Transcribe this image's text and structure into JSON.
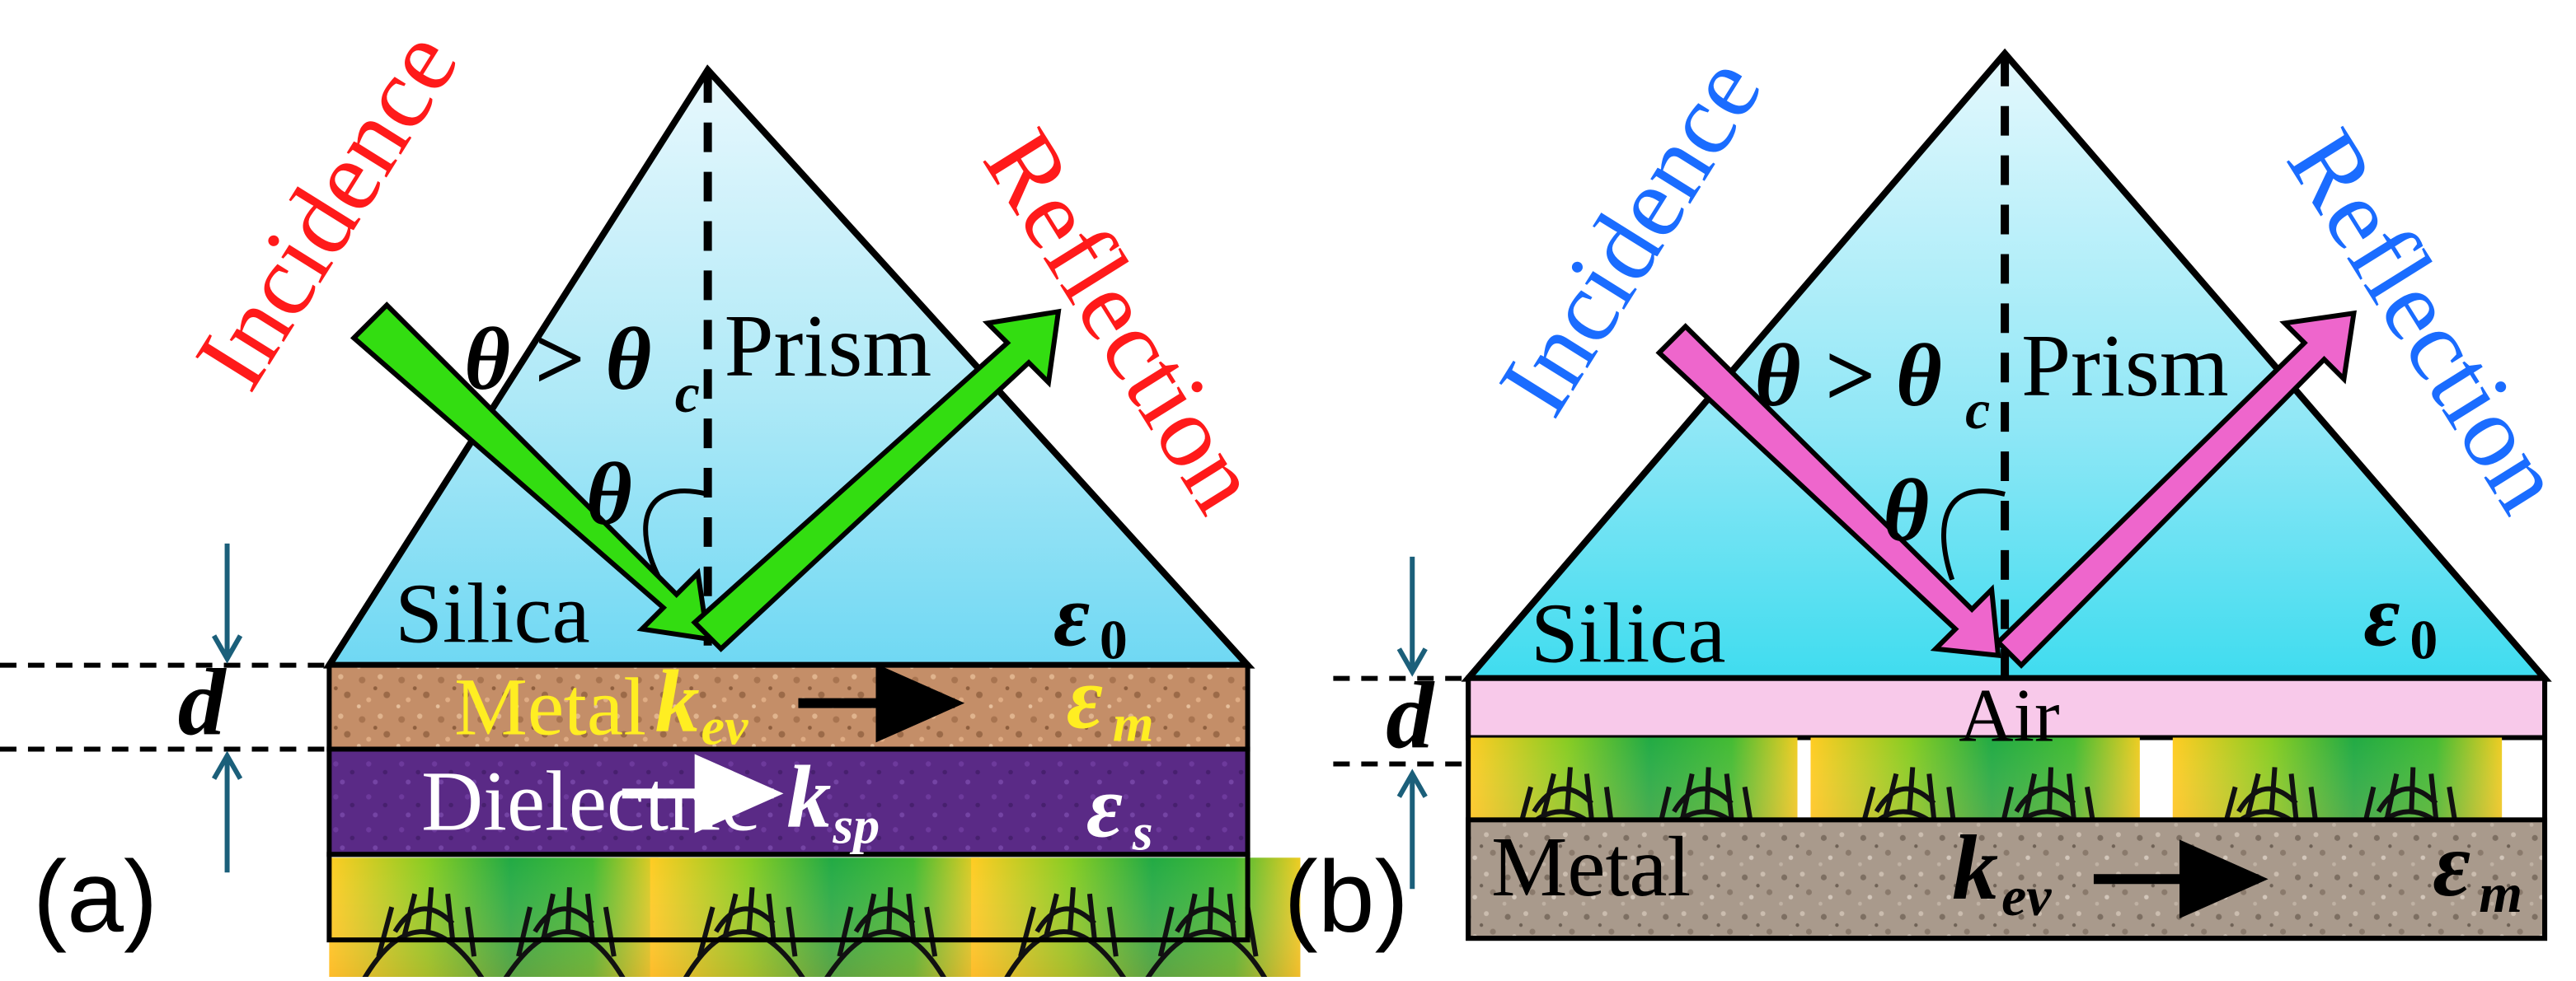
{
  "panels": [
    {
      "label": "(a)",
      "incidence": "Incidence",
      "reflection": "Reflection",
      "condition": "θ > θ",
      "condition_sub": "c",
      "angle": "θ",
      "prism": "Prism",
      "silica": "Silica",
      "eps0": "ε",
      "eps0_sub": "0",
      "d": "d",
      "layer1": "Metal",
      "k_ev": "k",
      "k_ev_sub": "ev",
      "eps_m": "ε",
      "eps_m_sub": "m",
      "layer2": "Dielectric",
      "k_sp": "k",
      "k_sp_sub": "sp",
      "eps_s": "ε",
      "eps_s_sub": "s"
    },
    {
      "label": "(b)",
      "incidence": "Incidence",
      "reflection": "Reflection",
      "condition": "θ > θ",
      "condition_sub": "c",
      "angle": "θ",
      "prism": "Prism",
      "silica": "Silica",
      "eps0": "ε",
      "eps0_sub": "0",
      "d": "d",
      "layer1": "Air",
      "layer2": "Metal",
      "k_ev": "k",
      "k_ev_sub": "ev",
      "eps_m": "ε",
      "eps_m_sub": "m"
    }
  ],
  "colors": {
    "label_red": "#ff1a1a",
    "label_blue": "#1a6cff",
    "arrow_green": "#33dd11",
    "arrow_pink": "#ee66cc",
    "metal_text_yellow": "#ffee22"
  }
}
